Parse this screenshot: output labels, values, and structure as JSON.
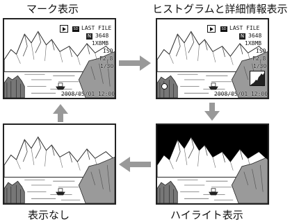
{
  "captions": {
    "mark": "マーク表示",
    "histogram": "ヒストグラムと詳細情報表示",
    "none": "表示なし",
    "highlight": "ハイライト表示"
  },
  "overlay": {
    "file_label": "LAST FILE",
    "quality_letter": "N",
    "res": "3648",
    "size": "1X8MB",
    "fstop": "F2.8",
    "shutter": "1/30",
    "datetime": "2008/05/01 12:00",
    "iso": "ISO",
    "card": "SD"
  },
  "icons": [
    "play-icon",
    "sd-card-icon",
    "quality-icon",
    "lock-icon",
    "histogram-icon"
  ],
  "arrows": [
    "right",
    "down",
    "left",
    "up"
  ],
  "colors": {
    "arrow": "#999999",
    "frame": "#222222",
    "highlight": "#000000"
  }
}
